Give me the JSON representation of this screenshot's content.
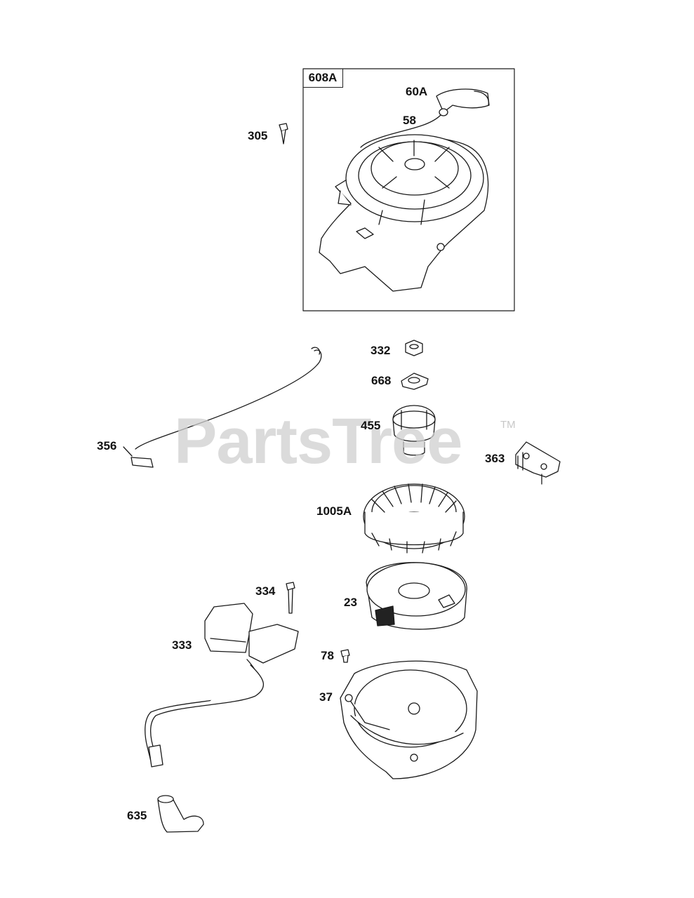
{
  "kit_label": "608A",
  "watermark": {
    "text": "PartsTree",
    "tm": "TM"
  },
  "callouts": {
    "p60A": "60A",
    "p58": "58",
    "p305": "305",
    "p332": "332",
    "p668": "668",
    "p455": "455",
    "p356": "356",
    "p363": "363",
    "p1005A": "1005A",
    "p334": "334",
    "p23": "23",
    "p333": "333",
    "p78": "78",
    "p37": "37",
    "p635": "635"
  }
}
